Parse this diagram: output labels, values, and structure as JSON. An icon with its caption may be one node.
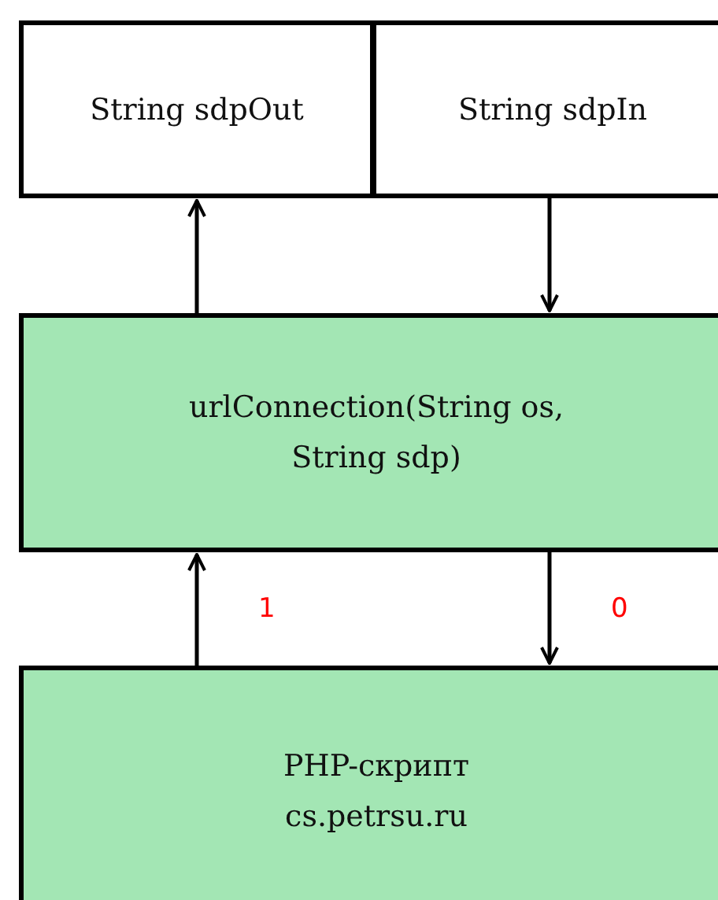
{
  "diagram": {
    "nodes": [
      {
        "text": [
          "String sdpOut"
        ]
      },
      {
        "text": [
          "String sdpIn"
        ]
      },
      {
        "text": [
          "urlConnection(String os, String sdp)"
        ]
      },
      {
        "text": [
          "PHP-скрипт cs.petrsu.ru"
        ]
      }
    ],
    "edges": [
      {
        "from": 2,
        "to": 0,
        "arrow": "to"
      },
      {
        "from": 1,
        "to": 2,
        "arrow": "to"
      },
      {
        "from": 3,
        "to": 2,
        "arrow": "to",
        "label": "1"
      },
      {
        "from": 2,
        "to": 3,
        "arrow": "to",
        "label": "0"
      }
    ]
  }
}
